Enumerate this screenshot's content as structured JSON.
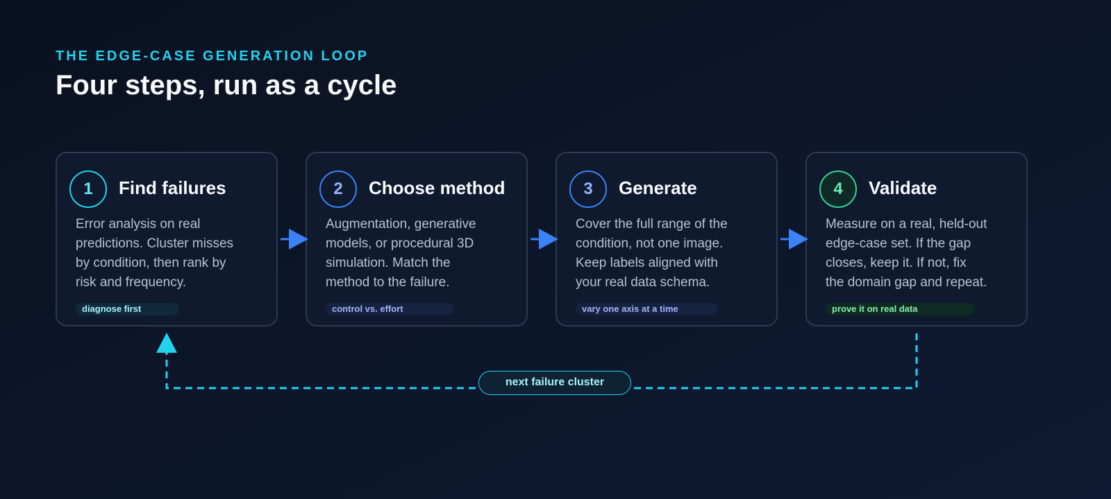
{
  "header": {
    "eyebrow": "THE EDGE-CASE GENERATION LOOP",
    "title": "Four steps, run as a cycle"
  },
  "steps": [
    {
      "number": "1",
      "title": "Find failures",
      "body_lines": [
        "Error analysis on real",
        "predictions. Cluster misses",
        "by condition, then rank by",
        "risk and frequency."
      ],
      "tag": "diagnose first",
      "accent": "#22d3ee",
      "number_color": "#67e8f9",
      "badge_fill": "#0f1a2e",
      "tag_bg": "#102a3b",
      "tag_color": "#a5f3fc"
    },
    {
      "number": "2",
      "title": "Choose method",
      "body_lines": [
        "Augmentation, generative",
        "models, or procedural 3D",
        "simulation. Match the",
        "method to the failure."
      ],
      "tag": "control vs. effort",
      "accent": "#3b82f6",
      "number_color": "#93b4fd",
      "badge_fill": "#0f1a2e",
      "tag_bg": "#152240",
      "tag_color": "#a5b4fc"
    },
    {
      "number": "3",
      "title": "Generate",
      "body_lines": [
        "Cover the full range of the",
        "condition, not one image.",
        "Keep labels aligned with",
        "your real data schema."
      ],
      "tag": "vary one axis at a time",
      "accent": "#3b82f6",
      "number_color": "#93b4fd",
      "badge_fill": "#0f1a2e",
      "tag_bg": "#152240",
      "tag_color": "#a5b4fc"
    },
    {
      "number": "4",
      "title": "Validate",
      "body_lines": [
        "Measure on a real, held-out",
        "edge-case set. If the gap",
        "closes, keep it. If not, fix",
        "the domain gap and repeat."
      ],
      "tag": "prove it on real data",
      "accent": "#34d399",
      "number_color": "#6ee7b7",
      "badge_fill": "#0f2a26",
      "tag_bg": "#0f2a22",
      "tag_color": "#86efac"
    }
  ],
  "loop": {
    "label": "next failure cluster",
    "color": "#22d3ee"
  },
  "arrow_color": "#3b82f6"
}
